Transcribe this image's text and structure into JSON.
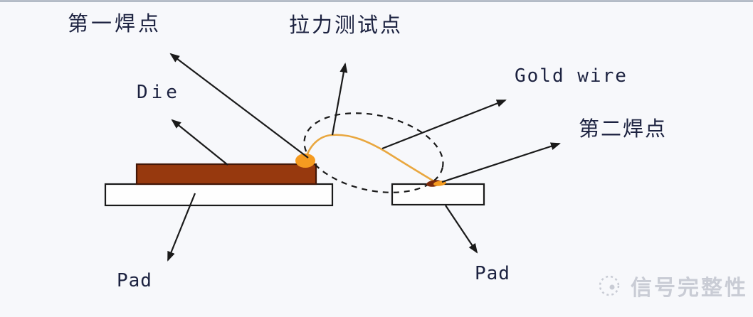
{
  "diagram": {
    "labels": {
      "first_bond": "第一焊点",
      "pull_test": "拉力测试点",
      "gold_wire": "Gold wire",
      "second_bond": "第二焊点",
      "die": "Die",
      "pad_left": "Pad",
      "pad_right": "Pad"
    },
    "watermark": {
      "text": "信号完整性"
    },
    "colors": {
      "background": "#f7f8fb",
      "top_border": "#9aa3b3",
      "line": "#1a1a1a",
      "label_text": "#1c2240",
      "die_fill": "#97390e",
      "die_border": "#431708",
      "pad_fill": "#fefefe",
      "wire": "#e9a73f",
      "bond_orange": "#f59b20",
      "bond_dark": "#7a2a0c",
      "watermark": "#c9ccd5"
    }
  }
}
